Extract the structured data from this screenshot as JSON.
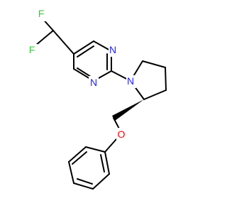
{
  "molecule": {
    "colors": {
      "nitrogen": "#2222ff",
      "oxygen": "#ff0000",
      "fluorine": "#33cc33",
      "bond": "#000000"
    },
    "atoms": {
      "f1": "F",
      "f2": "F",
      "n_pyrimidine_top": "N",
      "n_pyrimidine_bottom": "N",
      "n_pyrrolidine": "N",
      "o_ether": "O"
    }
  }
}
